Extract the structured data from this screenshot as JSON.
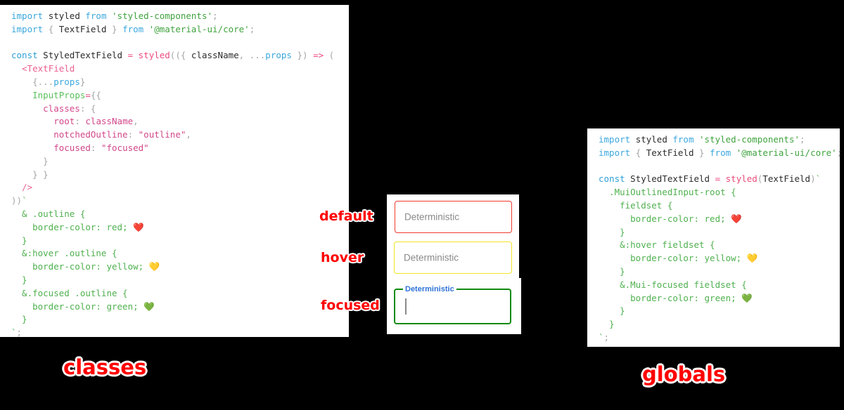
{
  "diagram": {
    "title_left": "classes",
    "title_right": "globals"
  },
  "classes_panel": {
    "name": "classes-approach-code",
    "lines": [
      [
        {
          "t": "import",
          "c": "kw"
        },
        {
          "t": " ",
          "c": "id"
        },
        {
          "t": "styled",
          "c": "id"
        },
        {
          "t": " ",
          "c": "id"
        },
        {
          "t": "from",
          "c": "kw"
        },
        {
          "t": " ",
          "c": "id"
        },
        {
          "t": "'styled-components'",
          "c": "str"
        },
        {
          "t": ";",
          "c": "punc"
        }
      ],
      [
        {
          "t": "import",
          "c": "kw"
        },
        {
          "t": " ",
          "c": "id"
        },
        {
          "t": "{",
          "c": "punc"
        },
        {
          "t": " TextField ",
          "c": "id"
        },
        {
          "t": "}",
          "c": "punc"
        },
        {
          "t": " ",
          "c": "id"
        },
        {
          "t": "from",
          "c": "kw"
        },
        {
          "t": " ",
          "c": "id"
        },
        {
          "t": "'@material-ui/core'",
          "c": "str"
        },
        {
          "t": ";",
          "c": "punc"
        }
      ],
      [],
      [
        {
          "t": "const",
          "c": "kw2"
        },
        {
          "t": " StyledTextField ",
          "c": "id"
        },
        {
          "t": "=",
          "c": "op"
        },
        {
          "t": " ",
          "c": "id"
        },
        {
          "t": "styled",
          "c": "fn"
        },
        {
          "t": "((",
          "c": "punc"
        },
        {
          "t": "{",
          "c": "punc"
        },
        {
          "t": " className",
          "c": "id"
        },
        {
          "t": ",",
          "c": "punc"
        },
        {
          "t": " ",
          "c": "id"
        },
        {
          "t": "...",
          "c": "punc"
        },
        {
          "t": "props",
          "c": "kw"
        },
        {
          "t": " ",
          "c": "id"
        },
        {
          "t": "})",
          "c": "punc"
        },
        {
          "t": " ",
          "c": "id"
        },
        {
          "t": "=>",
          "c": "op"
        },
        {
          "t": " ",
          "c": "id"
        },
        {
          "t": "(",
          "c": "punc"
        }
      ],
      [
        {
          "t": "  ",
          "c": "id"
        },
        {
          "t": "<TextField",
          "c": "tag"
        }
      ],
      [
        {
          "t": "    ",
          "c": "id"
        },
        {
          "t": "{",
          "c": "punc"
        },
        {
          "t": "...",
          "c": "punc"
        },
        {
          "t": "props",
          "c": "kw"
        },
        {
          "t": "}",
          "c": "punc"
        }
      ],
      [
        {
          "t": "    ",
          "c": "id"
        },
        {
          "t": "InputProps",
          "c": "prop"
        },
        {
          "t": "=",
          "c": "op"
        },
        {
          "t": "{{",
          "c": "punc"
        }
      ],
      [
        {
          "t": "      ",
          "c": "id"
        },
        {
          "t": "classes",
          "c": "key"
        },
        {
          "t": ":",
          "c": "punc"
        },
        {
          "t": " ",
          "c": "id"
        },
        {
          "t": "{",
          "c": "punc"
        }
      ],
      [
        {
          "t": "        ",
          "c": "id"
        },
        {
          "t": "root",
          "c": "key"
        },
        {
          "t": ":",
          "c": "punc"
        },
        {
          "t": " ",
          "c": "id"
        },
        {
          "t": "className",
          "c": "val"
        },
        {
          "t": ",",
          "c": "punc"
        }
      ],
      [
        {
          "t": "        ",
          "c": "id"
        },
        {
          "t": "notchedOutline",
          "c": "key"
        },
        {
          "t": ":",
          "c": "punc"
        },
        {
          "t": " ",
          "c": "id"
        },
        {
          "t": "\"outline\"",
          "c": "val"
        },
        {
          "t": ",",
          "c": "punc"
        }
      ],
      [
        {
          "t": "        ",
          "c": "id"
        },
        {
          "t": "focused",
          "c": "key"
        },
        {
          "t": ":",
          "c": "punc"
        },
        {
          "t": " ",
          "c": "id"
        },
        {
          "t": "\"focused\"",
          "c": "val"
        }
      ],
      [
        {
          "t": "      ",
          "c": "id"
        },
        {
          "t": "}",
          "c": "punc"
        }
      ],
      [
        {
          "t": "    ",
          "c": "id"
        },
        {
          "t": "} }",
          "c": "punc"
        }
      ],
      [
        {
          "t": "  ",
          "c": "id"
        },
        {
          "t": "/>",
          "c": "tag"
        }
      ],
      [
        {
          "t": "))",
          "c": "punc"
        },
        {
          "t": "`",
          "c": "css"
        }
      ],
      [
        {
          "t": "  & .outline {",
          "c": "css"
        }
      ],
      [
        {
          "t": "    border-color: red; ",
          "c": "css"
        },
        {
          "t": "❤️",
          "c": "emoji"
        }
      ],
      [
        {
          "t": "  }",
          "c": "css"
        }
      ],
      [
        {
          "t": "  &:hover .outline {",
          "c": "css"
        }
      ],
      [
        {
          "t": "    border-color: yellow; ",
          "c": "css"
        },
        {
          "t": "💛",
          "c": "emoji"
        }
      ],
      [
        {
          "t": "  }",
          "c": "css"
        }
      ],
      [
        {
          "t": "  &.focused .outline {",
          "c": "css"
        }
      ],
      [
        {
          "t": "    border-color: green; ",
          "c": "css"
        },
        {
          "t": "💚",
          "c": "emoji"
        }
      ],
      [
        {
          "t": "  }",
          "c": "css"
        }
      ],
      [
        {
          "t": "`",
          "c": "css"
        },
        {
          "t": ";",
          "c": "punc"
        }
      ]
    ]
  },
  "globals_panel": {
    "name": "globals-approach-code",
    "lines": [
      [
        {
          "t": "import",
          "c": "kw"
        },
        {
          "t": " ",
          "c": "id"
        },
        {
          "t": "styled",
          "c": "id"
        },
        {
          "t": " ",
          "c": "id"
        },
        {
          "t": "from",
          "c": "kw"
        },
        {
          "t": " ",
          "c": "id"
        },
        {
          "t": "'styled-components'",
          "c": "str"
        },
        {
          "t": ";",
          "c": "punc"
        }
      ],
      [
        {
          "t": "import",
          "c": "kw"
        },
        {
          "t": " ",
          "c": "id"
        },
        {
          "t": "{",
          "c": "punc"
        },
        {
          "t": " TextField ",
          "c": "id"
        },
        {
          "t": "}",
          "c": "punc"
        },
        {
          "t": " ",
          "c": "id"
        },
        {
          "t": "from",
          "c": "kw"
        },
        {
          "t": " ",
          "c": "id"
        },
        {
          "t": "'@material-ui/core'",
          "c": "str"
        },
        {
          "t": ";",
          "c": "punc"
        }
      ],
      [],
      [
        {
          "t": "const",
          "c": "kw2"
        },
        {
          "t": " StyledTextField ",
          "c": "id"
        },
        {
          "t": "=",
          "c": "op"
        },
        {
          "t": " ",
          "c": "id"
        },
        {
          "t": "styled",
          "c": "fn"
        },
        {
          "t": "(",
          "c": "punc"
        },
        {
          "t": "TextField",
          "c": "id"
        },
        {
          "t": ")",
          "c": "punc"
        },
        {
          "t": "`",
          "c": "css"
        }
      ],
      [
        {
          "t": "  .MuiOutlinedInput-root {",
          "c": "css"
        }
      ],
      [
        {
          "t": "    fieldset {",
          "c": "css"
        }
      ],
      [
        {
          "t": "      border-color: red; ",
          "c": "css"
        },
        {
          "t": "❤️",
          "c": "emoji"
        }
      ],
      [
        {
          "t": "    }",
          "c": "css"
        }
      ],
      [
        {
          "t": "    &:hover fieldset {",
          "c": "css"
        }
      ],
      [
        {
          "t": "      border-color: yellow; ",
          "c": "css"
        },
        {
          "t": "💛",
          "c": "emoji"
        }
      ],
      [
        {
          "t": "    }",
          "c": "css"
        }
      ],
      [
        {
          "t": "    &.Mui-focused fieldset {",
          "c": "css"
        }
      ],
      [
        {
          "t": "      border-color: green; ",
          "c": "css"
        },
        {
          "t": "💚",
          "c": "emoji"
        }
      ],
      [
        {
          "t": "    }",
          "c": "css"
        }
      ],
      [
        {
          "t": "  }",
          "c": "css"
        }
      ],
      [
        {
          "t": "`",
          "c": "css"
        },
        {
          "t": ";",
          "c": "punc"
        }
      ]
    ]
  },
  "demo": {
    "fields": [
      {
        "state_label": "default",
        "value": "Deterministic",
        "border_color": "#f03a2f",
        "floating_label": null
      },
      {
        "state_label": "hover",
        "value": "Deterministic",
        "border_color": "#f2e425",
        "floating_label": null
      },
      {
        "state_label": "focused",
        "value": "",
        "border_color": "#128a12",
        "floating_label": "Deterministic"
      }
    ]
  },
  "colors": {
    "red": "#f03a2f",
    "yellow": "#f2e425",
    "green": "#128a12",
    "label_red": "#ff0000",
    "focus_label_blue": "#2f73d8",
    "background": "#000000",
    "panel": "#ffffff"
  }
}
